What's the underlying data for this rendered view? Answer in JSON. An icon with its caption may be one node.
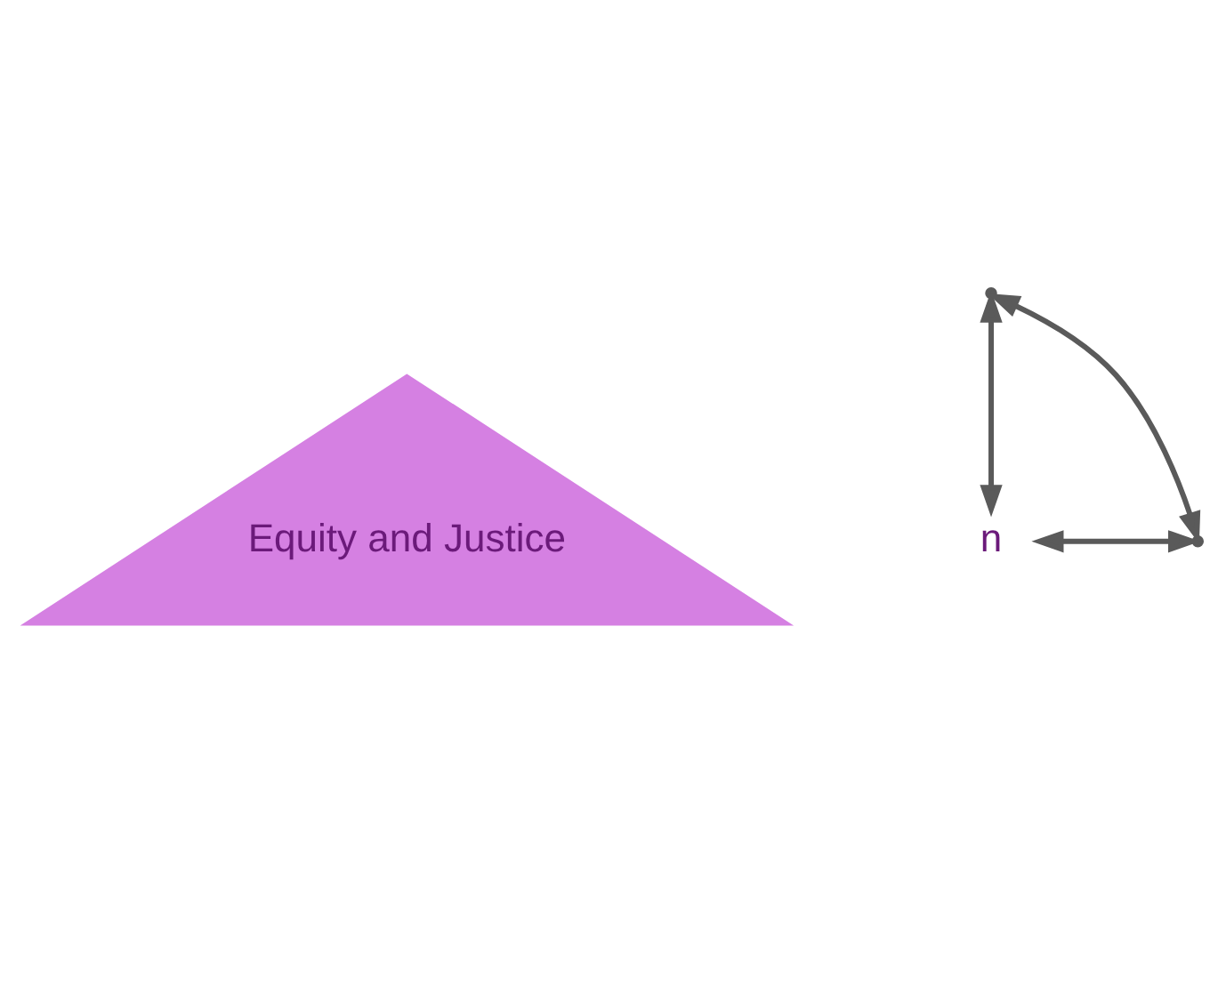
{
  "diagram": {
    "nodes": [
      {
        "text": [
          "Equity and Justice"
        ]
      },
      {
        "text": [],
        "shape": "point"
      },
      {
        "text": [
          "n"
        ]
      },
      {
        "text": [],
        "shape": "point"
      }
    ],
    "edges": [
      {
        "from": 1,
        "to": 2,
        "arrow": "both"
      },
      {
        "from": 1,
        "to": 3,
        "arrow": "both"
      },
      {
        "from": 2,
        "to": 3,
        "arrow": "both"
      }
    ]
  }
}
